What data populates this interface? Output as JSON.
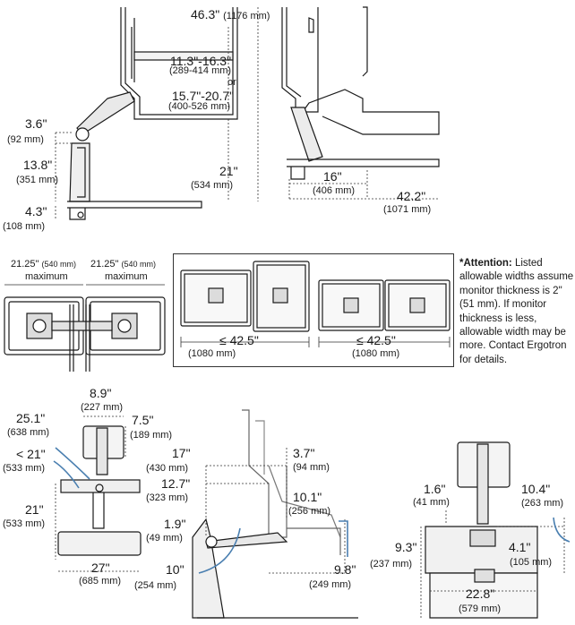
{
  "side_view": {
    "total_height": {
      "in": "46.3\"",
      "mm": "(1176 mm)"
    },
    "range_a": {
      "in": "11.3\"-16.3\"",
      "mm": "(289-414 mm)"
    },
    "or_word": "or",
    "range_b": {
      "in": "15.7\"-20.7\"",
      "mm": "(400-526 mm)"
    },
    "height_21": {
      "in": "21\"",
      "mm": "(534 mm)"
    },
    "h_3_6": {
      "in": "3.6\"",
      "mm": "(92 mm)"
    },
    "h_13_8": {
      "in": "13.8\"",
      "mm": "(351 mm)"
    },
    "h_4_3": {
      "in": "4.3\"",
      "mm": "(108 mm)"
    }
  },
  "side_view_2": {
    "depth_16": {
      "in": "16\"",
      "mm": "(406 mm)"
    },
    "depth_42_2": {
      "in": "42.2\"",
      "mm": "(1071 mm)"
    }
  },
  "top_view": {
    "left_width": {
      "in": "21.25\"",
      "mm": "(540 mm)",
      "sub": "maximum"
    },
    "right_width": {
      "in": "21.25\"",
      "mm": "(540 mm)",
      "sub": "maximum"
    }
  },
  "alt_configs": {
    "config_a": {
      "in": "≤ 42.5\"",
      "mm": "(1080 mm)"
    },
    "config_b": {
      "in": "≤ 42.5\"",
      "mm": "(1080 mm)"
    }
  },
  "attention": {
    "title": "*Attention:",
    "body": " Listed allowable widths assume monitor thickness is 2\" (51 mm). If monitor thickness is less, allowable width may be more. Contact Ergotron for details."
  },
  "front_view": {
    "w_8_9": {
      "in": "8.9\"",
      "mm": "(227 mm)"
    },
    "d_25_1": {
      "in": "25.1\"",
      "mm": "(638 mm)"
    },
    "d_lt21": {
      "in": "< 21\"",
      "mm": "(533 mm)"
    },
    "h_7_5": {
      "in": "7.5\"",
      "mm": "(189 mm)"
    },
    "h_21": {
      "in": "21\"",
      "mm": "(533 mm)"
    },
    "w_27": {
      "in": "27\"",
      "mm": "(685 mm)"
    }
  },
  "range_view": {
    "r_17": {
      "in": "17\"",
      "mm": "(430 mm)"
    },
    "r_12_7": {
      "in": "12.7\"",
      "mm": "(323 mm)"
    },
    "r_1_9": {
      "in": "1.9\"",
      "mm": "(49 mm)"
    },
    "r_10": {
      "in": "10\"",
      "mm": "(254 mm)"
    },
    "r_3_7": {
      "in": "3.7\"",
      "mm": "(94 mm)"
    },
    "r_10_1": {
      "in": "10.1\"",
      "mm": "(256 mm)"
    },
    "r_9_8": {
      "in": "9.8\"",
      "mm": "(249 mm)"
    }
  },
  "back_view": {
    "b_1_6": {
      "in": "1.6\"",
      "mm": "(41 mm)"
    },
    "b_10_4": {
      "in": "10.4\"",
      "mm": "(263 mm)"
    },
    "b_9_3": {
      "in": "9.3\"",
      "mm": "(237 mm)"
    },
    "b_4_1": {
      "in": "4.1\"",
      "mm": "(105 mm)"
    },
    "b_22_8": {
      "in": "22.8\"",
      "mm": "(579 mm)"
    }
  }
}
